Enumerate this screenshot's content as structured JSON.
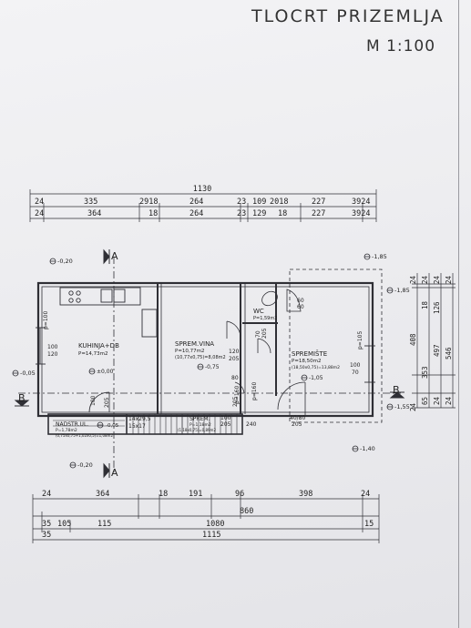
{
  "title": "TLOCRT PRIZEMLJA",
  "scale": "M 1:100",
  "top_dims": {
    "total": "1130",
    "row1": [
      "24",
      "335",
      "2918",
      "264",
      "23",
      "109",
      "2018",
      "227",
      "3924"
    ],
    "row2": [
      "24",
      "364",
      "18",
      "264",
      "23",
      "129",
      "18",
      "227",
      "3924"
    ]
  },
  "bottom_dims": {
    "row1": [
      "24",
      "364",
      "18",
      "191",
      "96",
      "398",
      "24"
    ],
    "row1_sub": "860",
    "row2": [
      "35",
      "105",
      "115",
      "1080",
      "15"
    ],
    "row3": [
      "35",
      "1115"
    ]
  },
  "right_dims": {
    "col1": [
      "24",
      "24",
      "408",
      "24",
      "65",
      "24"
    ],
    "col2": [
      "18",
      "353",
      "24"
    ],
    "col3": [
      "126",
      "497",
      "24"
    ],
    "col4": [
      "24",
      "546",
      "24"
    ]
  },
  "rooms": {
    "kitchen": {
      "name": "KUHINJA+DB",
      "area": "P=14,73m2",
      "level": "±0,00"
    },
    "wine": {
      "name": "SPREM.VINA",
      "area": "P=10,77m2",
      "calc": "(10,77x0,75)=8,08m2",
      "level": "-0,75"
    },
    "wc": {
      "name": "WC",
      "area": "P=1,59m2"
    },
    "storage": {
      "name": "SPREMIŠTE",
      "area": "P=18,50m2",
      "calc": "(18,50x0,75)=13,88m2",
      "level": "-1,05"
    },
    "stair_storage": {
      "name": "SPREM.",
      "area": "P=1,18m2",
      "calc": "(1,18x0,75)=0,89m2"
    },
    "canopy": {
      "name": "NADSTR.UL.",
      "area": "P=1,78m2",
      "calc": "(0,75x0,75+1,02x0,5)=1,08m2",
      "level": "-0,05"
    }
  },
  "levels": {
    "top_left": "-0,20",
    "left": "-0,05",
    "bottom_left": "-0,20",
    "top_right": "-1,85",
    "right_upper": "-1,85",
    "right_lower": "-1,55",
    "bottom_right": "-1,40"
  },
  "section_marks": {
    "a": "A",
    "b": "B"
  },
  "openings": {
    "kitchen_window": "p=100",
    "kitchen_window_size": "100",
    "kitchen_window_height": "120",
    "kitchen_door_w": "100",
    "kitchen_door_h": "205",
    "wine_door_w": "120",
    "wine_door_h": "205",
    "wine_door2_w": "80",
    "wine_door2_h": "p=160",
    "wine_door2_h2": "205",
    "wc_window_p": "p=160",
    "wc_window_s": "60",
    "wc_window_h": "60",
    "wc_door_w": "70",
    "wc_door_h": "205",
    "store_window_p": "p=105",
    "store_window_w": "100",
    "store_window_h": "70",
    "store_door_w": "40/80",
    "store_door_h": "205",
    "stair1": "14x29,5",
    "stair2": "15x17",
    "stair_dim": "240",
    "small_100": "100",
    "small_205": "205"
  }
}
